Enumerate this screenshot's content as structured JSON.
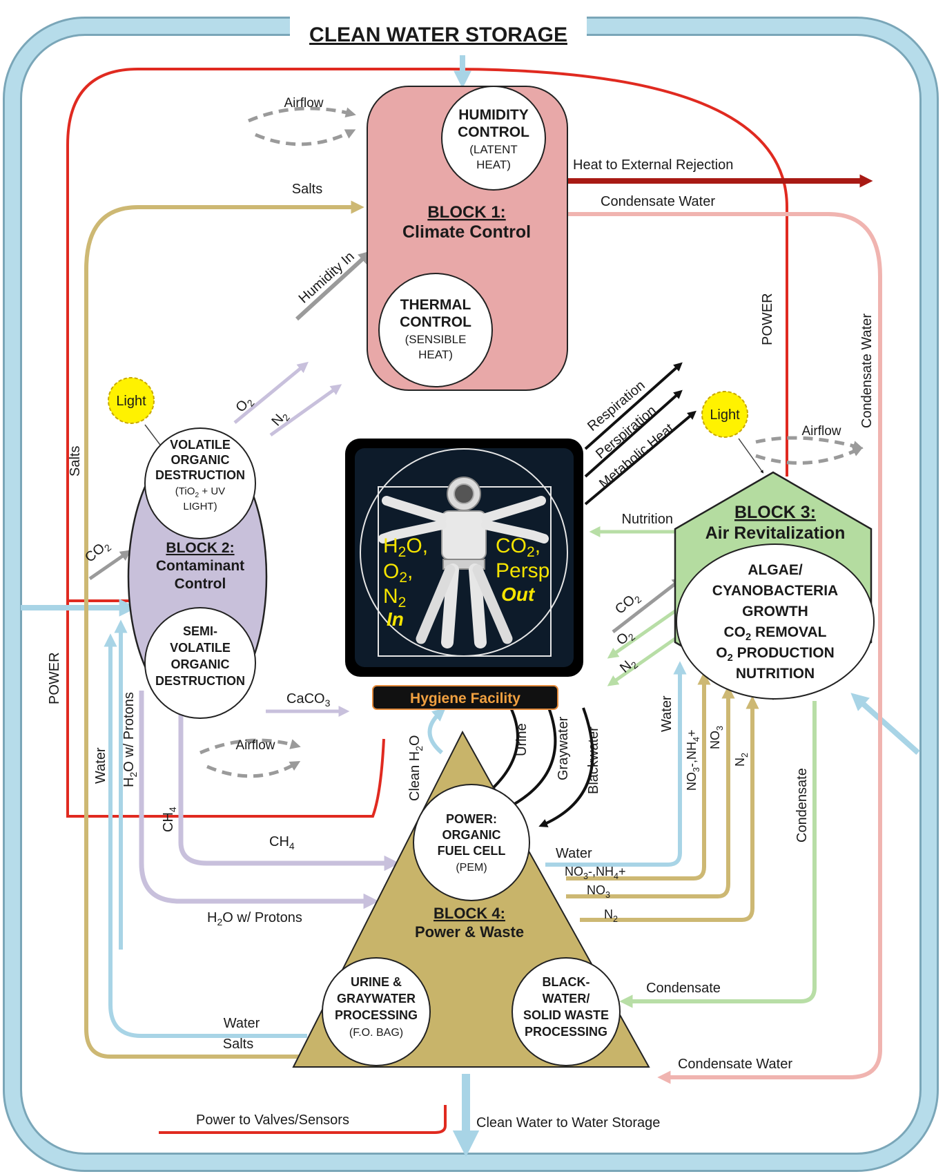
{
  "storage": {
    "title": "CLEAN WATER STORAGE"
  },
  "block1": {
    "title": "BLOCK 1:",
    "name": "Climate Control",
    "humidity": [
      "HUMIDITY",
      "CONTROL",
      "(LATENT",
      "HEAT)"
    ],
    "thermal": [
      "THERMAL",
      "CONTROL",
      "(SENSIBLE",
      "HEAT)"
    ]
  },
  "block2": {
    "title": "BLOCK 2:",
    "name": [
      "Contaminant",
      "Control"
    ],
    "volatile": [
      "VOLATILE",
      "ORGANIC",
      "DESTRUCTION",
      "(TiO",
      "2",
      " + UV",
      "LIGHT)"
    ],
    "semivolatile": [
      "SEMI-",
      "VOLATILE",
      "ORGANIC",
      "DESTRUCTION"
    ]
  },
  "block3": {
    "title": "BLOCK 3:",
    "name": "Air Revitalization",
    "content": [
      "ALGAE/",
      "CYANOBACTERIA",
      "GROWTH",
      "CO",
      "2",
      " REMOVAL",
      "O",
      "2",
      " PRODUCTION",
      "NUTRITION"
    ]
  },
  "block4": {
    "title": "BLOCK 4:",
    "name": "Power & Waste",
    "power": [
      "POWER:",
      "ORGANIC",
      "FUEL CELL",
      "(PEM)"
    ],
    "urine": [
      "URINE &",
      "GRAYWATER",
      "PROCESSING",
      "(F.O. BAG)"
    ],
    "black": [
      "BLACK-",
      "WATER/",
      "SOLID WASTE",
      "PROCESSING"
    ]
  },
  "crew": {
    "in": [
      "H",
      "2",
      "O,",
      "O",
      "2",
      ",",
      "N",
      "2",
      "In"
    ],
    "out": [
      "CO",
      "2",
      ",",
      "Persp",
      "Out"
    ],
    "hygiene": "Hygiene Facility"
  },
  "labels": {
    "airflow": "Airflow",
    "heat_rejection": "Heat to External Rejection",
    "condensate_water": "Condensate Water",
    "condensate": "Condensate",
    "salts": "Salts",
    "humidity_in": "Humidity In",
    "power": "POWER",
    "light": "Light",
    "o2": [
      "O",
      "2"
    ],
    "n2": [
      "N",
      "2"
    ],
    "co2": [
      "CO",
      "2"
    ],
    "ch4": [
      "CH",
      "4"
    ],
    "respiration": "Respiration",
    "perspiration": "Perspiration",
    "metabolic_heat": "Metabolic Heat",
    "nutrition": "Nutrition",
    "caco3": [
      "CaCO",
      "3"
    ],
    "h2o_protons": [
      "H",
      "2",
      "O w/ Protons"
    ],
    "water": "Water",
    "clean_h2o": [
      "Clean H",
      "2",
      "O"
    ],
    "urine": "Urine",
    "graywater": "Graywater",
    "blackwater": "Blackwater",
    "no3_nh4": [
      "NO",
      "3",
      "-,NH",
      "4",
      "+"
    ],
    "no3": [
      "NO",
      "3"
    ],
    "power_valves": "Power to Valves/Sensors",
    "clean_to_storage": "Clean Water to Water Storage"
  },
  "colors": {
    "water": "#a8d4e6",
    "power": "#e02a20",
    "salts": "#cdb873",
    "condensate_water": "#f0b4b0",
    "lavender": "#c8c0dc",
    "green": "#b8dea6",
    "heat": "#a81a14",
    "block1_fill": "#e8a8a8",
    "block2_fill": "#c8c0da",
    "block3_fill": "#b4dca0",
    "block4_fill": "#c8b46a"
  }
}
